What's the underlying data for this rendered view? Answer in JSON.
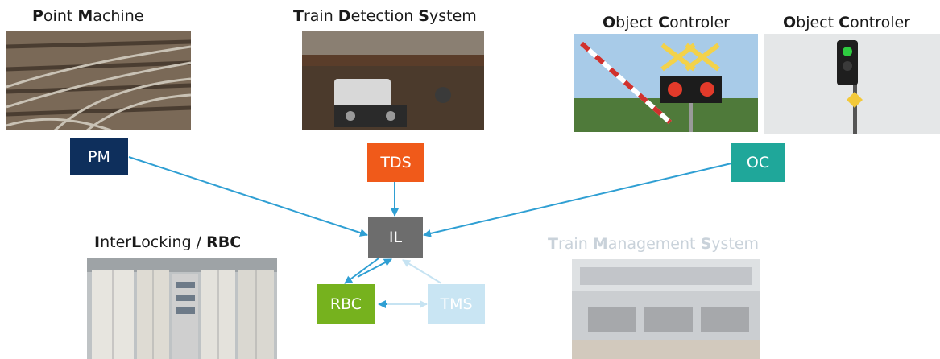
{
  "titles": {
    "pm": [
      {
        "text": "P",
        "bold": true
      },
      {
        "text": "oint ",
        "bold": false
      },
      {
        "text": "M",
        "bold": true
      },
      {
        "text": "achine",
        "bold": false
      }
    ],
    "tds": [
      {
        "text": "T",
        "bold": true
      },
      {
        "text": "rain ",
        "bold": false
      },
      {
        "text": "D",
        "bold": true
      },
      {
        "text": "etection ",
        "bold": false
      },
      {
        "text": "S",
        "bold": true
      },
      {
        "text": "ystem",
        "bold": false
      }
    ],
    "oc1": [
      {
        "text": "O",
        "bold": true
      },
      {
        "text": "bject ",
        "bold": false
      },
      {
        "text": "C",
        "bold": true
      },
      {
        "text": "ontroler",
        "bold": false
      }
    ],
    "oc2": [
      {
        "text": "O",
        "bold": true
      },
      {
        "text": "bject ",
        "bold": false
      },
      {
        "text": "C",
        "bold": true
      },
      {
        "text": "ontroler",
        "bold": false
      }
    ],
    "il": [
      {
        "text": "I",
        "bold": true
      },
      {
        "text": "nter",
        "bold": false
      },
      {
        "text": "L",
        "bold": true
      },
      {
        "text": "ocking / ",
        "bold": false
      },
      {
        "text": "RBC",
        "bold": true
      }
    ],
    "tms": [
      {
        "text": "T",
        "bold": true
      },
      {
        "text": "rain ",
        "bold": false
      },
      {
        "text": "M",
        "bold": true
      },
      {
        "text": "anagement ",
        "bold": false
      },
      {
        "text": "S",
        "bold": true
      },
      {
        "text": "ystem",
        "bold": false
      }
    ]
  },
  "nodes": {
    "pm": {
      "label": "PM",
      "color": "#0e2f5c"
    },
    "tds": {
      "label": "TDS",
      "color": "#f05a1a"
    },
    "oc": {
      "label": "OC",
      "color": "#1fa79a"
    },
    "il": {
      "label": "IL",
      "color": "#6d6d6d"
    },
    "rbc": {
      "label": "RBC",
      "color": "#76b21e"
    },
    "tms": {
      "label": "TMS",
      "color": "#c9e5f3"
    }
  },
  "colors": {
    "arrow": "#2f9fd3",
    "arrow_faded": "#c6e3f2"
  }
}
